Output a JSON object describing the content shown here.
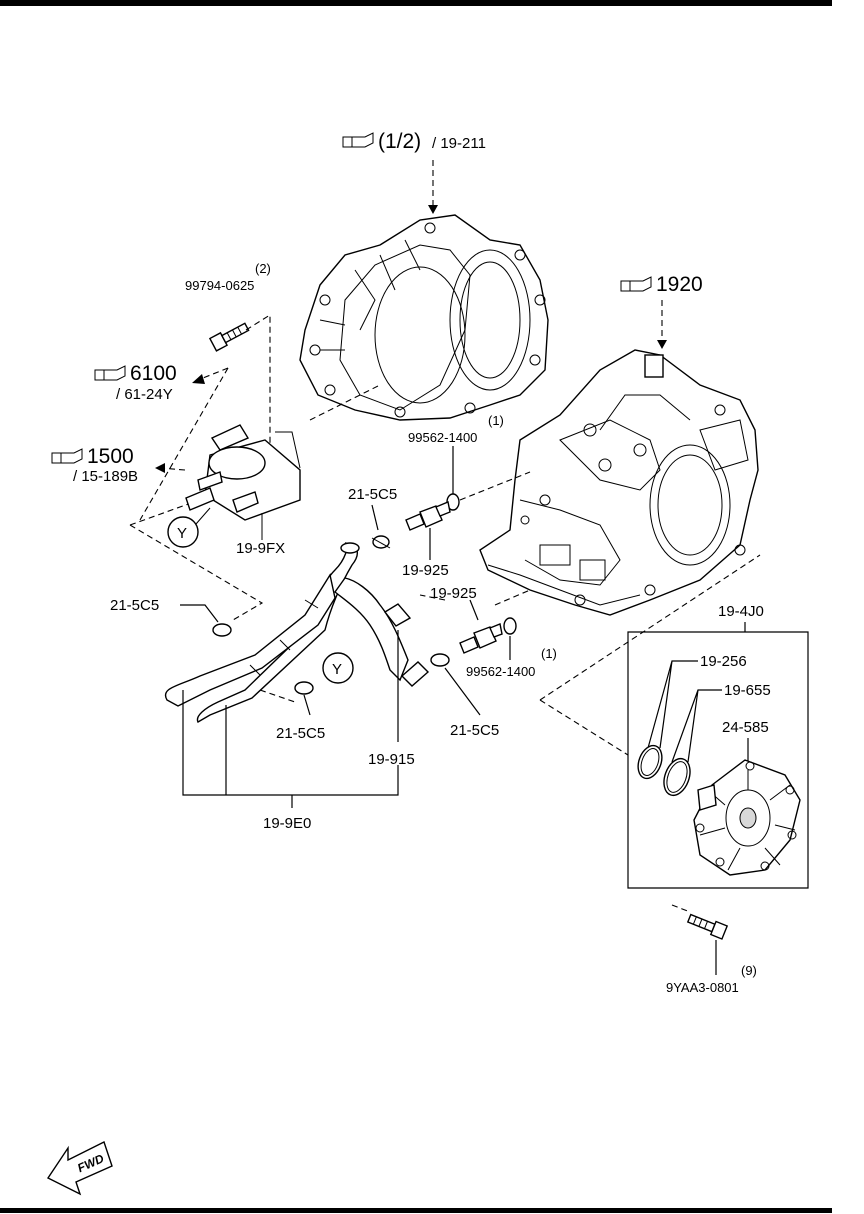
{
  "refs": {
    "ref_12": {
      "icon": "reference-book-icon",
      "main": "(1/2)",
      "sub": "/ 19-211"
    },
    "ref_1920": {
      "icon": "reference-book-icon",
      "main": "1920"
    },
    "ref_6100": {
      "icon": "reference-book-icon",
      "main": "6100",
      "sub": "/ 61-24Y"
    },
    "ref_1500": {
      "icon": "reference-book-icon",
      "main": "1500",
      "sub": "/ 15-189B"
    }
  },
  "labels": {
    "bolt_top_qty": "(2)",
    "bolt_top_part": "99794-0625",
    "oil_cooler": "19-9FX",
    "washer_top_qty": "(1)",
    "washer_top_part": "99562-1400",
    "clamp_top": "21-5C5",
    "connector_top": "19-925",
    "connector_mid": "19-925",
    "washer_mid_qty": "(1)",
    "washer_mid_part": "99562-1400",
    "clamp_left": "21-5C5",
    "clamp_center": "21-5C5",
    "clamp_right": "21-5C5",
    "hose_19915": "19-915",
    "hose_assy": "19-9E0",
    "cover_assy": "19-4J0",
    "oring_1": "19-256",
    "oring_2": "19-655",
    "cover": "24-585",
    "bolt_bottom_qty": "(9)",
    "bolt_bottom_part": "9YAA3-0801",
    "connection_mark_1": "Y",
    "connection_mark_2": "Y",
    "fwd": "FWD"
  }
}
